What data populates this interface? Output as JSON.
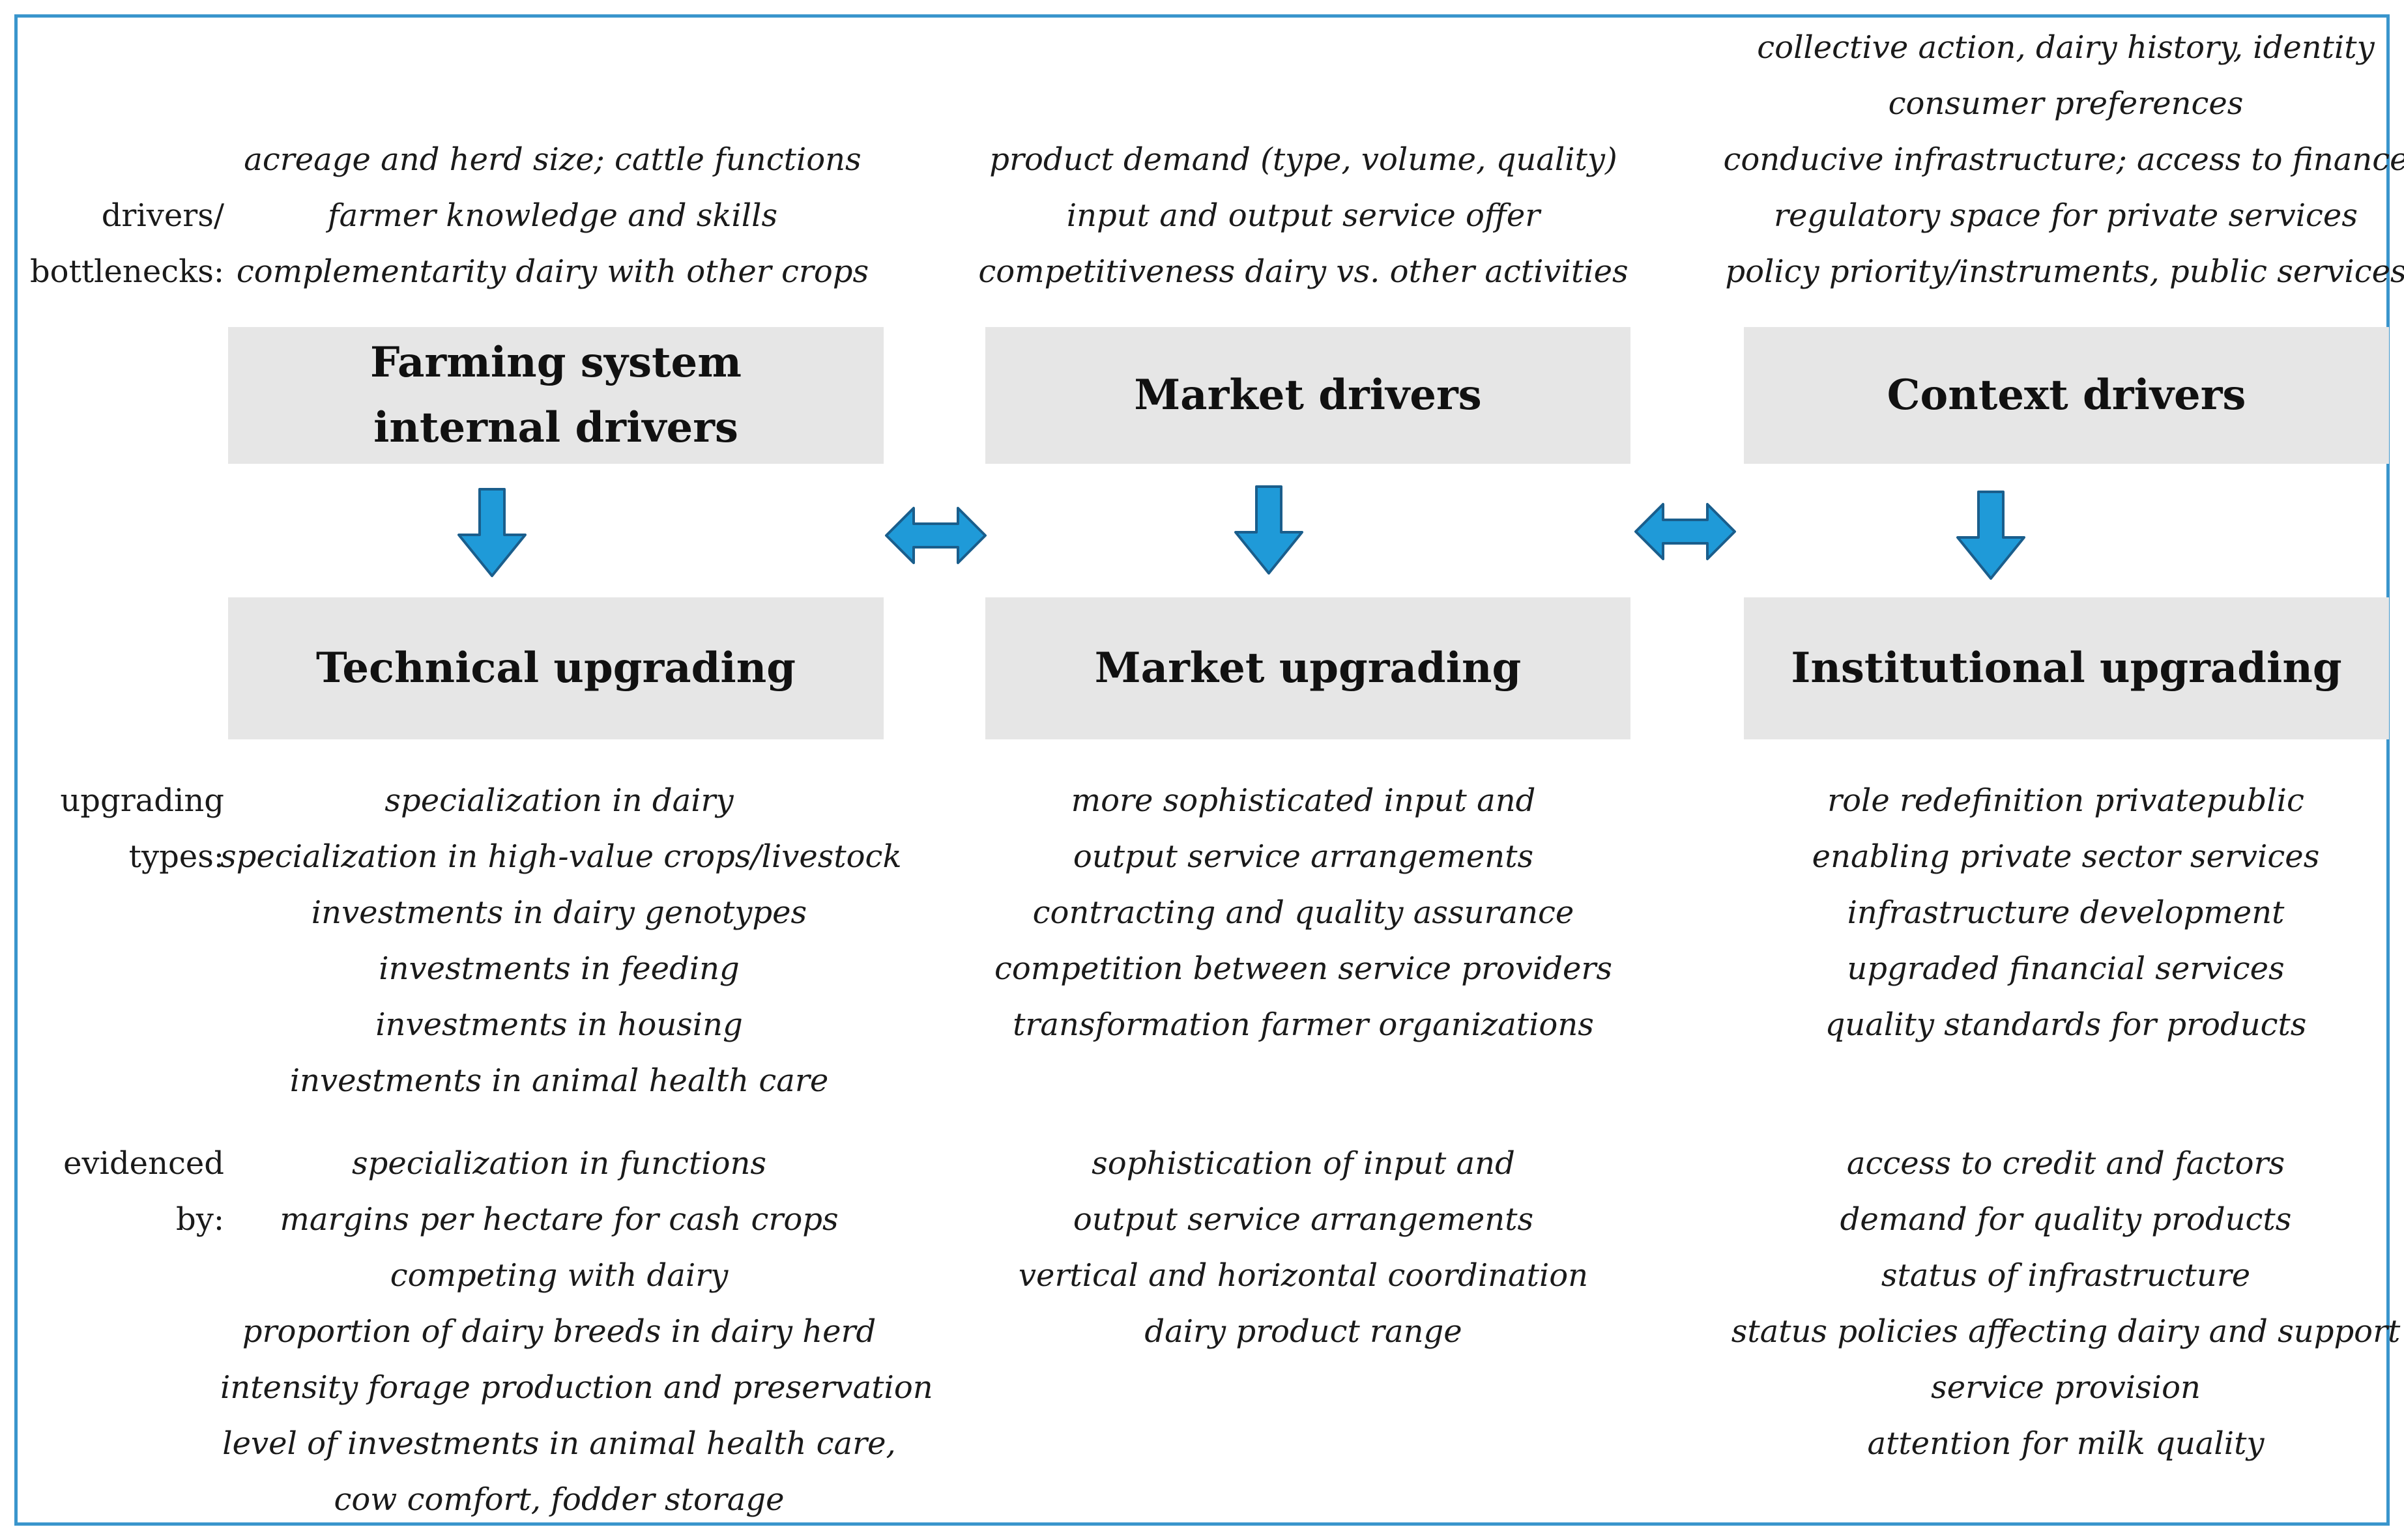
{
  "colors": {
    "frame": "#3a95cc",
    "box_fill": "#e6e6e6",
    "arrow_fill": "#1f9ad8",
    "arrow_stroke": "#1a5e8c"
  },
  "row_labels": {
    "drivers": [
      "drivers/",
      "bottlenecks:"
    ],
    "upgrading_types": [
      "upgrading",
      "types:"
    ],
    "evidenced_by": [
      "evidenced",
      "by:"
    ]
  },
  "drivers": {
    "farming": [
      "acreage and herd size; cattle functions",
      "farmer knowledge and skills",
      "complementarity dairy with other crops"
    ],
    "market": [
      "product demand (type, volume, quality)",
      "input and output service offer",
      "competitiveness dairy vs. other activities"
    ],
    "context": [
      "collective action, dairy history, identity",
      "consumer preferences",
      "conducive infrastructure; access to finance",
      "regulatory space for private services",
      "policy priority/instruments, public services"
    ]
  },
  "boxes": {
    "farming_drivers": [
      "Farming system",
      "internal drivers"
    ],
    "market_drivers": [
      "Market drivers"
    ],
    "context_drivers": [
      "Context drivers"
    ],
    "technical_upgrading": [
      "Technical upgrading"
    ],
    "market_upgrading": [
      "Market upgrading"
    ],
    "institutional_upgrading": [
      "Institutional upgrading"
    ]
  },
  "arrows": {
    "icon_down": "down-arrow-icon",
    "icon_double": "double-arrow-icon"
  },
  "upgrading_types": {
    "technical": [
      "specialization in dairy",
      "specialization in high-value crops/livestock",
      "investments in dairy genotypes",
      "investments in feeding",
      "investments in housing",
      "investments in animal health care"
    ],
    "market": [
      "more sophisticated input and",
      "output service arrangements",
      "contracting and quality assurance",
      "competition between service providers",
      "transformation farmer organizations"
    ],
    "institutional": [
      "role redefinition privatepublic",
      "enabling private sector services",
      "infrastructure development",
      "upgraded financial services",
      "quality standards for products"
    ]
  },
  "evidenced_by": {
    "technical": [
      "specialization in functions",
      "margins per hectare for cash crops",
      "competing with dairy",
      "proportion of dairy breeds in dairy herd",
      "intensity forage production and preservation",
      "level of investments in animal health care,",
      "cow comfort, fodder storage"
    ],
    "market": [
      "sophistication of input and",
      "output service arrangements",
      "vertical and horizontal coordination",
      "dairy product range"
    ],
    "institutional": [
      "access to credit and factors",
      "demand for quality products",
      "status of infrastructure",
      "status policies affecting dairy and support",
      "service provision",
      "attention for milk quality"
    ]
  }
}
